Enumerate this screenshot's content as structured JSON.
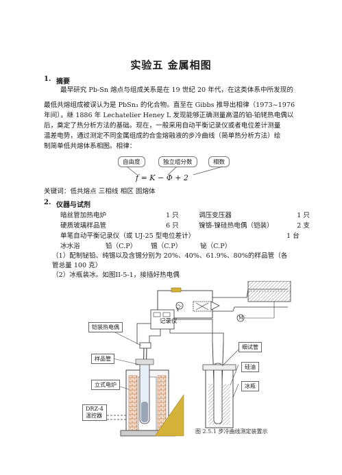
{
  "title": "实验五  金属相图",
  "sections": [
    {
      "num": "1.",
      "heading": "摘要"
    },
    {
      "num": "2.",
      "heading": "仪器与试剂"
    }
  ],
  "abstract": [
    "最早研究 Pb-Sn 熔点与组成关系是在 19 世纪 20 年代，在这类体系中所发现的",
    "最低共熔组成被误认为是 PbSn₃ 的化合物。直至在 Gibbs 推导出相律（1973~1976",
    "年间），继 1886 年 Lechatelier  Heney  L 发现能够正确测量高温的铂-铂铑热电偶以",
    "后，奠定了热分析方法的基础。现在，一般采用自动平衡记录仪或者电位差计测量",
    "温差电势，通过测定不同金属组成的合金熔融液的步冷曲线（简单热分析方法）绘",
    "制简单低共熔体系相图。相律："
  ],
  "phase_rule": {
    "labels": [
      "自由度",
      "独立组分数",
      "相数"
    ],
    "equation": "f = K − Φ + 2"
  },
  "keywords": "关键词：低共熔点      三相线      相区      固熔体",
  "equipment": [
    {
      "name": "暗丝管加热电炉",
      "qty": "1 只",
      "name2": "调压变压器",
      "qty2": "1 只"
    },
    {
      "name": "硬质玻璃样品管",
      "qty": "6 只",
      "name2": "镍铬-镍硅热电偶（铠装）",
      "qty2": "2 支"
    }
  ],
  "equip_line3": "单笔自动平衡记录仪（或 UJ-25 型电位差计）",
  "equip_line3_qty": "1 台",
  "reagents": [
    "冰水浴",
    "铅（C.P）",
    "锡（C.P）",
    "铋（C.P）"
  ],
  "notes": [
    "（1）配制铋铅、纯锡以及含锡分别为 20%、40%、61.9%、80%的样品管（各",
    "管总量 100 克）",
    "（2）冰瓶装冰。如图II-5-1，接插好热电偶"
  ],
  "figure": {
    "labels": {
      "recorder": "记录仪",
      "thermocouple": "铠装热电偶",
      "sample_tube": "样品管",
      "furnace": "立式电炉",
      "controller": "DRZ-4\n温控器",
      "thin_tube": "细试管",
      "silicone_oil": "硅油",
      "ice_bottle": "冰瓶",
      "motor": "M",
      "voltmeter": "V"
    },
    "caption": "图  2.5.1  步冷曲线测定装置示"
  },
  "colors": {
    "accent": "#d4b23a",
    "brick": "#b06a3a",
    "line": "#333333"
  }
}
